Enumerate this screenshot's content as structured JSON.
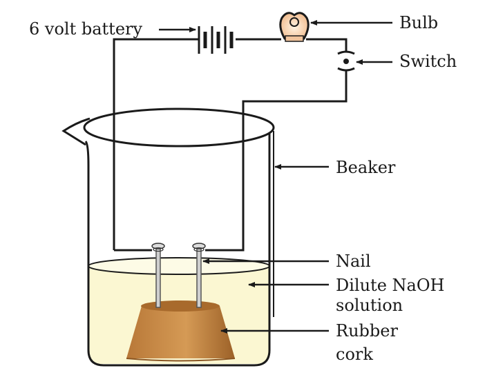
{
  "labels": {
    "battery": "6 volt battery",
    "bulb": "Bulb",
    "switch": "Switch",
    "beaker": "Beaker",
    "nail": "Nail",
    "solution_line1": "Dilute NaOH",
    "solution_line2": "solution",
    "cork_line1": "Rubber",
    "cork_line2": "cork"
  },
  "colors": {
    "wire": "#1a1a1a",
    "solution": "#fbf7d2",
    "solution_surface": "#fdfbe6",
    "cork": "#c98a45",
    "cork_top": "#a86a2c",
    "bulb_glass": "#f6d2a8",
    "nail": "#cfcfcf"
  }
}
